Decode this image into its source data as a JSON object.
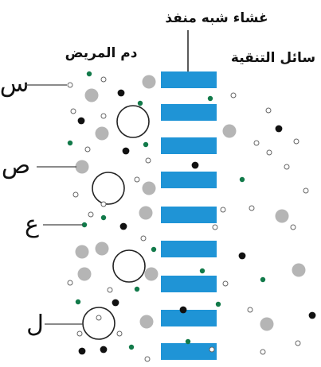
{
  "labels": {
    "membrane": "غشاء شبه منفذ",
    "blood": "دم المريض",
    "dialysate": "سائل التنقية",
    "s": "س",
    "sad": "ص",
    "ain": "ع",
    "lam": "ل"
  },
  "colors": {
    "membrane": "#1f94d6",
    "green_particle": "#127a4a",
    "black_particle": "#111111",
    "gray_particle": "#b5b5b5",
    "small_outline": "#666666",
    "large_outline": "#222222"
  },
  "legend_items": [
    "s",
    "sad",
    "ain",
    "lam"
  ]
}
